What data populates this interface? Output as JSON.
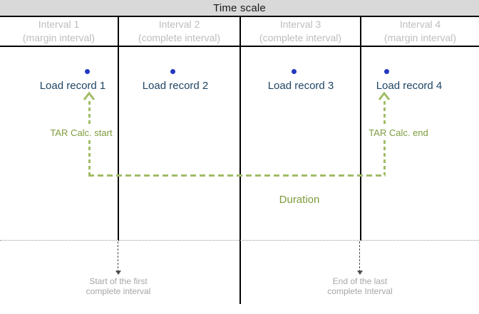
{
  "title": "Time scale",
  "intervals": [
    {
      "name": "Interval 1",
      "kind": "(margin interval)"
    },
    {
      "name": "Interval 2",
      "kind": "(complete interval)"
    },
    {
      "name": "Interval 3",
      "kind": "(complete interval)"
    },
    {
      "name": "Interval 4",
      "kind": "(margin interval)"
    }
  ],
  "load_records": [
    {
      "label": "Load record 1"
    },
    {
      "label": "Load record 2"
    },
    {
      "label": "Load record 3"
    },
    {
      "label": "Load record 4"
    }
  ],
  "tar": {
    "start_label": "TAR Calc. start",
    "end_label": "TAR Calc. end"
  },
  "duration_label": "Duration",
  "footnotes": {
    "start": {
      "line1": "Start of the first",
      "line2": "complete interval"
    },
    "end": {
      "line1": "End of the last",
      "line2": "complete Interval"
    }
  },
  "colors": {
    "header_bg": "#d9d9d9",
    "black_line": "#000000",
    "interval_text": "#bdbdbd",
    "record_text": "#1f4564",
    "dot_blue": "#2438c0",
    "green_text": "#7d9c3c",
    "green_line": "#a1bc66",
    "gray_note_text": "#a6a6a6",
    "gray_dotted_line": "#999999",
    "gray_arrow": "#4d4d4d"
  },
  "icons": {
    "up_arrow": "green-dashed-up-arrow-icon",
    "down_arrow": "gray-dashed-down-arrow-icon",
    "event_dot": "blue-event-dot-icon"
  }
}
